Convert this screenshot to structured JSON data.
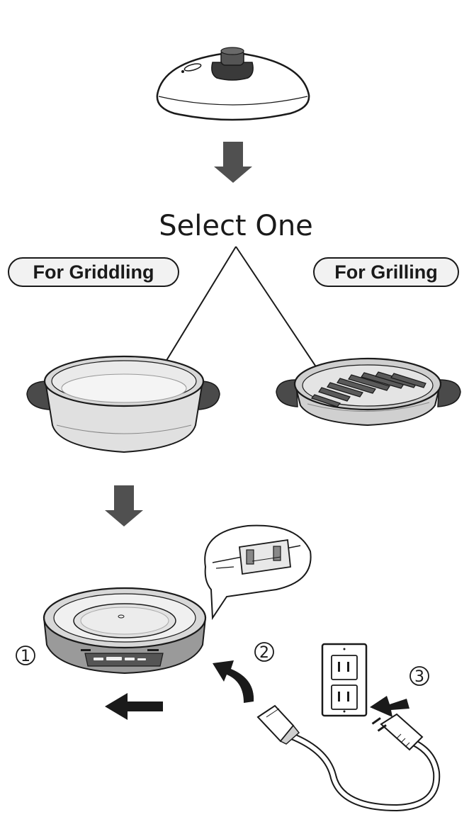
{
  "heading": "Select One",
  "options": {
    "griddling_label": "For Griddling",
    "grilling_label": "For Grilling"
  },
  "steps": {
    "step1": "1",
    "step2": "2",
    "step3": "3"
  },
  "colors": {
    "arrow": "#505050",
    "line": "#1a1a1a",
    "knob": "#3c3c3c",
    "handle": "#4a4a4a",
    "pan_fill": "#e2e2e2",
    "pill_fill": "#f2f2f2"
  },
  "icons": [
    "down-arrow-icon",
    "curved-arrow-icon",
    "left-arrow-icon",
    "right-arrow-icon",
    "lid-icon",
    "griddle-pan-icon",
    "grill-pan-icon",
    "heating-base-icon",
    "power-outlet-icon",
    "power-cord-icon"
  ]
}
